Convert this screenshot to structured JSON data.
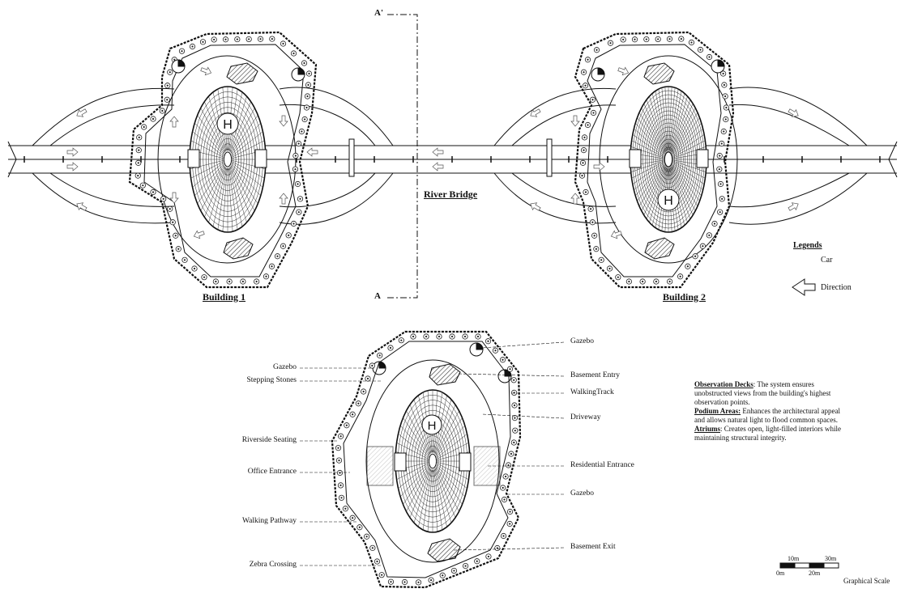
{
  "section_markers": {
    "top": "A'",
    "bottom": "A"
  },
  "titles": {
    "building1": "Building 1",
    "building2": "Building 2",
    "river_bridge": "River Bridge"
  },
  "legend": {
    "title": "Legends",
    "items": [
      {
        "label": "Car",
        "icon": "car-icon"
      },
      {
        "label": "Direction",
        "icon": "direction-arrow-icon"
      }
    ]
  },
  "callouts_left": [
    "Gazebo",
    "Stepping Stones",
    "Riverside Seating",
    "Office Entrance",
    "Walking Pathway",
    "Zebra Crossing"
  ],
  "callouts_right": [
    "Gazebo",
    "Basement Entry",
    "WalkingTrack",
    "Driveway",
    "Residential Entrance",
    "Gazebo",
    "Basement Exit"
  ],
  "notes": [
    {
      "term": "Observation Decks",
      "sep": ":",
      "text": " The system ensures unobstructed views from the building's highest observation points."
    },
    {
      "term": "Podium Areas:",
      "sep": "",
      "text": " Enhances the architectural appeal and allows natural light to flood common spaces."
    },
    {
      "term": "Atriums",
      "sep": ":",
      "text": " Creates open, light-filled interiors while maintaining structural integrity."
    }
  ],
  "scale": {
    "title": "Graphical Scale",
    "ticks_top": [
      "10m",
      "30m"
    ],
    "ticks_bottom": [
      "0m",
      "20m"
    ]
  },
  "colors": {
    "ink": "#111111",
    "paper": "#ffffff",
    "hatch": "#333333"
  }
}
